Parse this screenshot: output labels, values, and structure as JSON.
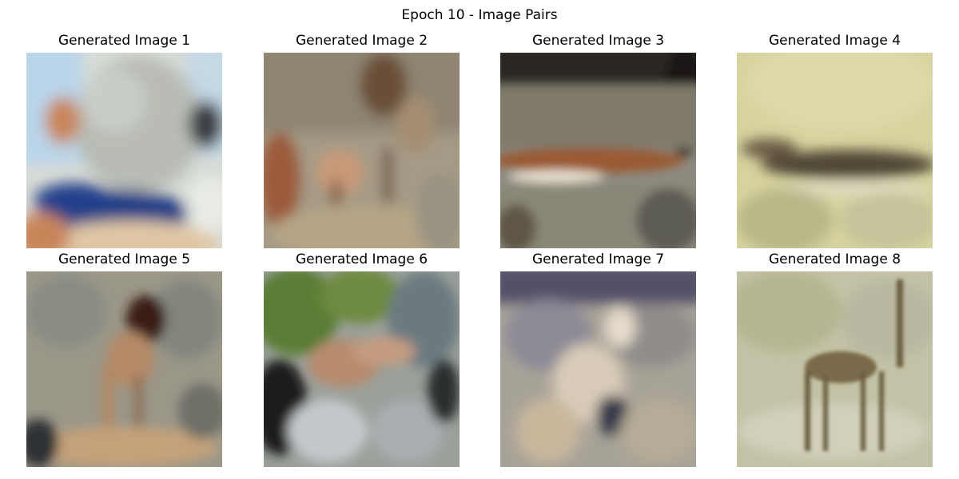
{
  "figure": {
    "title": "Epoch 10 - Image Pairs"
  },
  "panels": [
    {
      "title": "Generated Image 1"
    },
    {
      "title": "Generated Image 2"
    },
    {
      "title": "Generated Image 3"
    },
    {
      "title": "Generated Image 4"
    },
    {
      "title": "Generated Image 5"
    },
    {
      "title": "Generated Image 6"
    },
    {
      "title": "Generated Image 7"
    },
    {
      "title": "Generated Image 8"
    }
  ]
}
